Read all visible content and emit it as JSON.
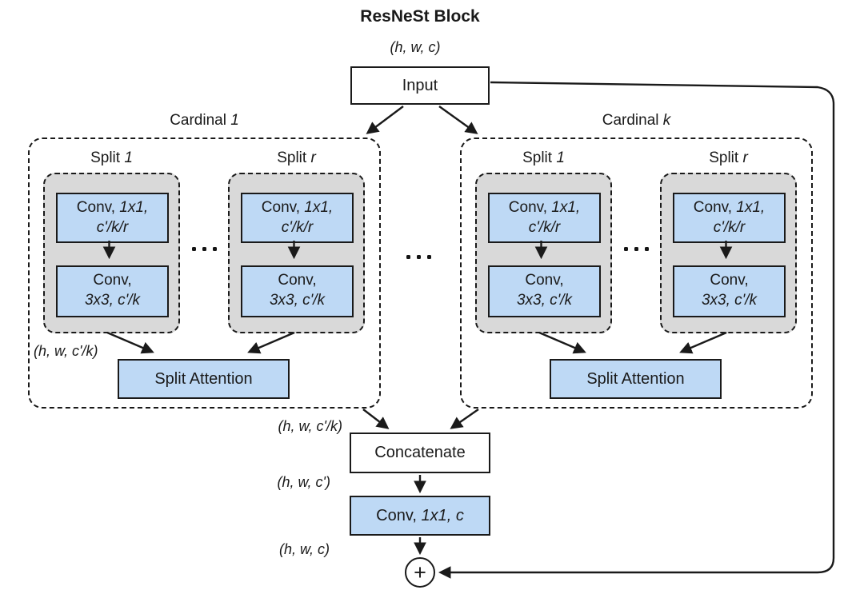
{
  "title": "ResNeSt Block",
  "input": {
    "shape": "(h, w, c)",
    "label": "Input"
  },
  "between_cardinals_ellipsis": "...",
  "cardinals": [
    {
      "label_prefix": "Cardinal ",
      "label_index": "1",
      "ellipsis": "...",
      "shape_out_label": "(h, w, c'/k)",
      "attention_label": "Split Attention",
      "splits": [
        {
          "label_prefix": "Split ",
          "label_index": "1",
          "conv1_line1_regular": "Conv, ",
          "conv1_line1_italic": "1x1,",
          "conv1_line2_italic": "c'/k/r",
          "conv2_line1": "Conv,",
          "conv2_line2_italic": "3x3, c'/k"
        },
        {
          "label_prefix": "Split ",
          "label_index": "r",
          "conv1_line1_regular": "Conv, ",
          "conv1_line1_italic": "1x1,",
          "conv1_line2_italic": "c'/k/r",
          "conv2_line1": "Conv,",
          "conv2_line2_italic": "3x3, c'/k"
        }
      ]
    },
    {
      "label_prefix": "Cardinal ",
      "label_index": "k",
      "ellipsis": "...",
      "attention_label": "Split Attention",
      "splits": [
        {
          "label_prefix": "Split ",
          "label_index": "1",
          "conv1_line1_regular": "Conv, ",
          "conv1_line1_italic": "1x1,",
          "conv1_line2_italic": "c'/k/r",
          "conv2_line1": "Conv,",
          "conv2_line2_italic": "3x3, c'/k"
        },
        {
          "label_prefix": "Split ",
          "label_index": "r",
          "conv1_line1_regular": "Conv, ",
          "conv1_line1_italic": "1x1,",
          "conv1_line2_italic": "c'/k/r",
          "conv2_line1": "Conv,",
          "conv2_line2_italic": "3x3, c'/k"
        }
      ]
    }
  ],
  "concatenate": {
    "shape_in": "(h, w, c'/k)",
    "label": "Concatenate",
    "shape_out": "(h, w, c')"
  },
  "final_conv": {
    "line_regular": "Conv, ",
    "line_italic": "1x1, c",
    "shape_out": "(h, w, c)"
  },
  "sum": {
    "symbol": "+"
  },
  "colors": {
    "block_blue": "#bed9f5",
    "split_gray": "#d9d9d9",
    "line_black": "#1a1a1a",
    "background": "#ffffff"
  }
}
